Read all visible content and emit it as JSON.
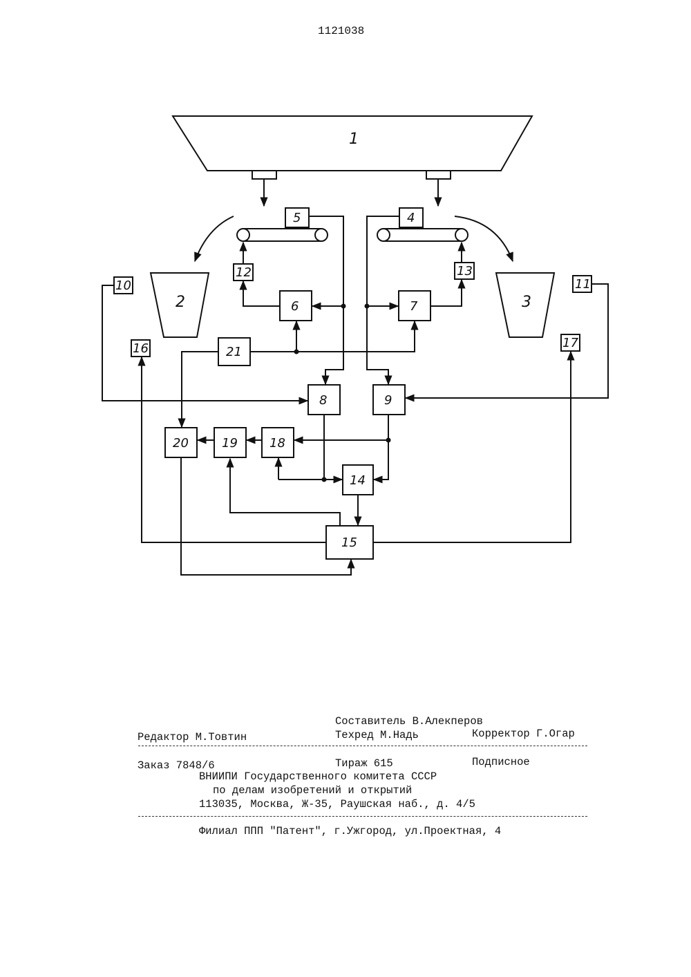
{
  "header": {
    "patent_number": "1121038"
  },
  "diagram": {
    "labels": {
      "n1": "1",
      "n2": "2",
      "n3": "3",
      "n4": "4",
      "n5": "5",
      "n6": "6",
      "n7": "7",
      "n8": "8",
      "n9": "9",
      "n10": "10",
      "n11": "11",
      "n12": "12",
      "n13": "13",
      "n14": "14",
      "n15": "15",
      "n16": "16",
      "n17": "17",
      "n18": "18",
      "n19": "19",
      "n20": "20",
      "n21": "21"
    }
  },
  "imprint": {
    "composer": "Составитель В.Алекперов",
    "editor": "Редактор М.Товтин",
    "techred": "Техред М.Надь",
    "corrector": "Корректор Г.Огар",
    "order": "Заказ 7848/6",
    "circulation": "Тираж 615",
    "subscription": "Подписное",
    "org_line1": "ВНИИПИ Государственного комитета СССР",
    "org_line2": "по делам изобретений и открытий",
    "address": "113035, Москва, Ж-35, Раушская наб., д. 4/5",
    "branch": "Филиал ППП \"Патент\", г.Ужгород, ул.Проектная, 4"
  }
}
